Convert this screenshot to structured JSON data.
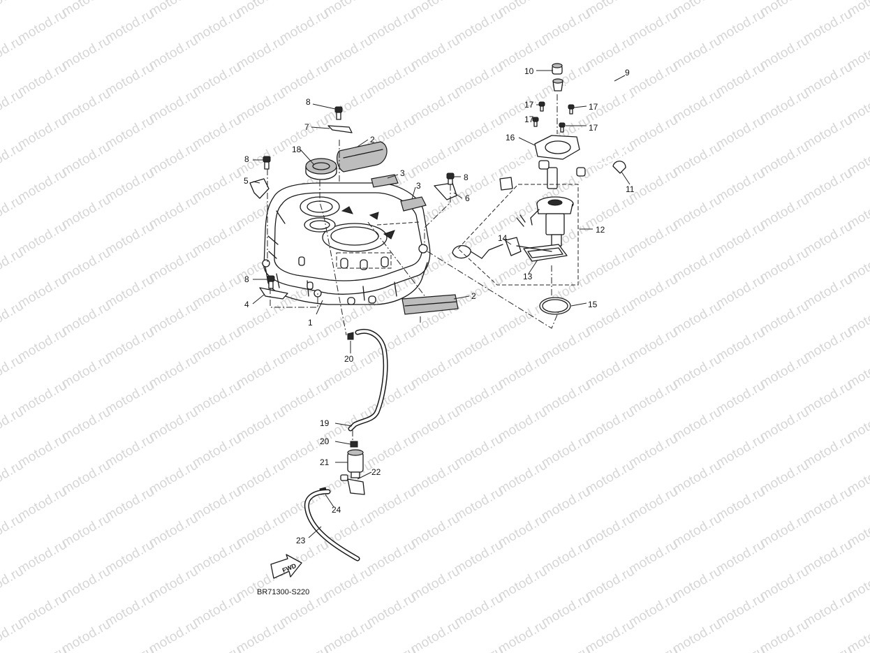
{
  "watermark": "motod.ru",
  "diagram_code": "BR71300-S220",
  "fwd_label": "FWD",
  "callouts": {
    "c1": "1",
    "c2a": "2",
    "c2b": "2",
    "c3a": "3",
    "c3b": "3",
    "c4": "4",
    "c5": "5",
    "c6": "6",
    "c7": "7",
    "c8a": "8",
    "c8b": "8",
    "c8c": "8",
    "c8d": "8",
    "c9": "9",
    "c10": "10",
    "c11": "11",
    "c12": "12",
    "c13": "13",
    "c14": "14",
    "c15": "15",
    "c16": "16",
    "c17a": "17",
    "c17b": "17",
    "c17c": "17",
    "c17d": "17",
    "c18": "18",
    "c19": "19",
    "c20a": "20",
    "c20b": "20",
    "c21": "21",
    "c22": "22",
    "c23": "23",
    "c24": "24"
  }
}
